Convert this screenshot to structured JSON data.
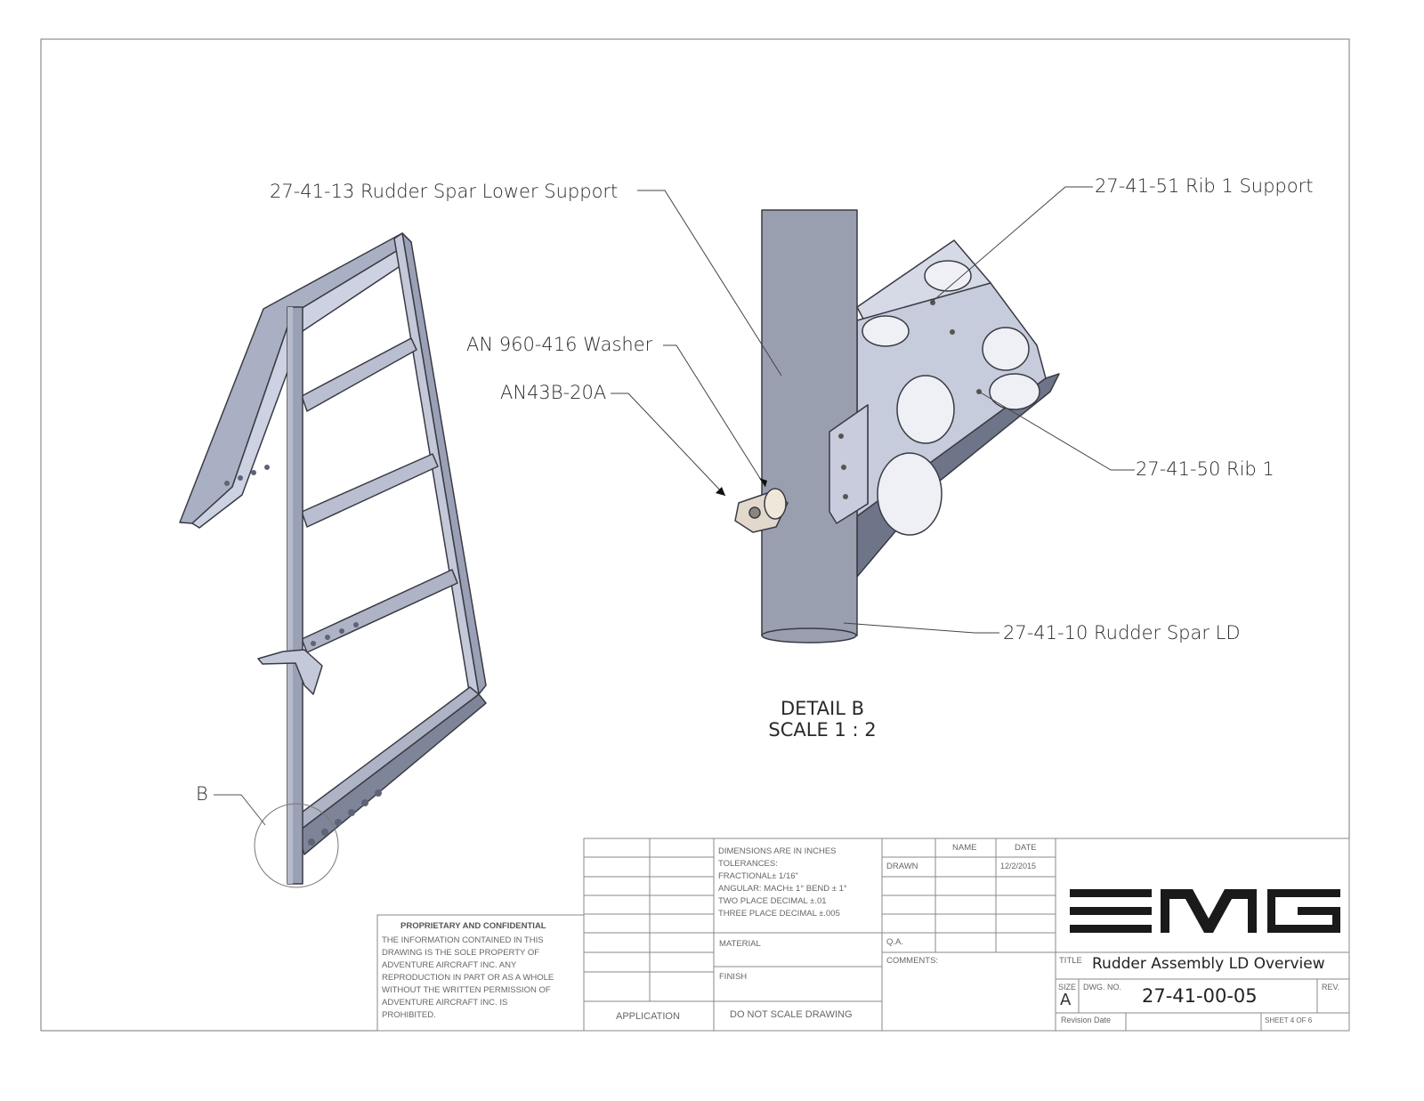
{
  "callouts": {
    "lower_support": "27-41-13 Rudder Spar Lower Support",
    "rib1_support": "27-41-51 Rib 1 Support",
    "washer": "AN 960-416 Washer",
    "bolt": "AN43B-20A",
    "rib1": "27-41-50 Rib 1",
    "spar": "27-41-10 Rudder Spar LD",
    "detail_ref": "B"
  },
  "detail": {
    "name": "DETAIL B",
    "scale": "SCALE 1 : 2"
  },
  "title_block": {
    "dimensions_note": [
      "DIMENSIONS ARE IN INCHES",
      "TOLERANCES:",
      "FRACTIONAL± 1/16\"",
      "ANGULAR: MACH± 1° BEND ± 1°",
      "TWO PLACE DECIMAL    ±.01",
      "THREE PLACE DECIMAL  ±.005"
    ],
    "material_label": "MATERIAL",
    "finish_label": "FINISH",
    "application_label": "APPLICATION",
    "do_not_scale": "DO NOT SCALE DRAWING",
    "name_header": "NAME",
    "date_header": "DATE",
    "drawn_label": "DRAWN",
    "drawn_date": "12/2/2015",
    "qa_label": "Q.A.",
    "comments_label": "COMMENTS:",
    "proprietary_title": "PROPRIETARY AND CONFIDENTIAL",
    "proprietary_text": [
      "THE INFORMATION CONTAINED IN THIS",
      "DRAWING IS THE SOLE PROPERTY OF",
      "ADVENTURE AIRCRAFT INC.  ANY",
      "REPRODUCTION IN PART OR AS A WHOLE",
      "WITHOUT THE WRITTEN PERMISSION OF",
      "ADVENTURE AIRCRAFT INC. IS",
      "PROHIBITED."
    ],
    "logo_text": "EMG",
    "title_label": "TITLE",
    "title": "Rudder Assembly LD Overview",
    "size_label": "SIZE",
    "size": "A",
    "dwg_no_label": "DWG.  NO.",
    "dwg_no": "27-41-00-05",
    "rev_label": "REV.",
    "revision_date_label": "Revision Date",
    "sheet": "SHEET 4 OF 6"
  }
}
